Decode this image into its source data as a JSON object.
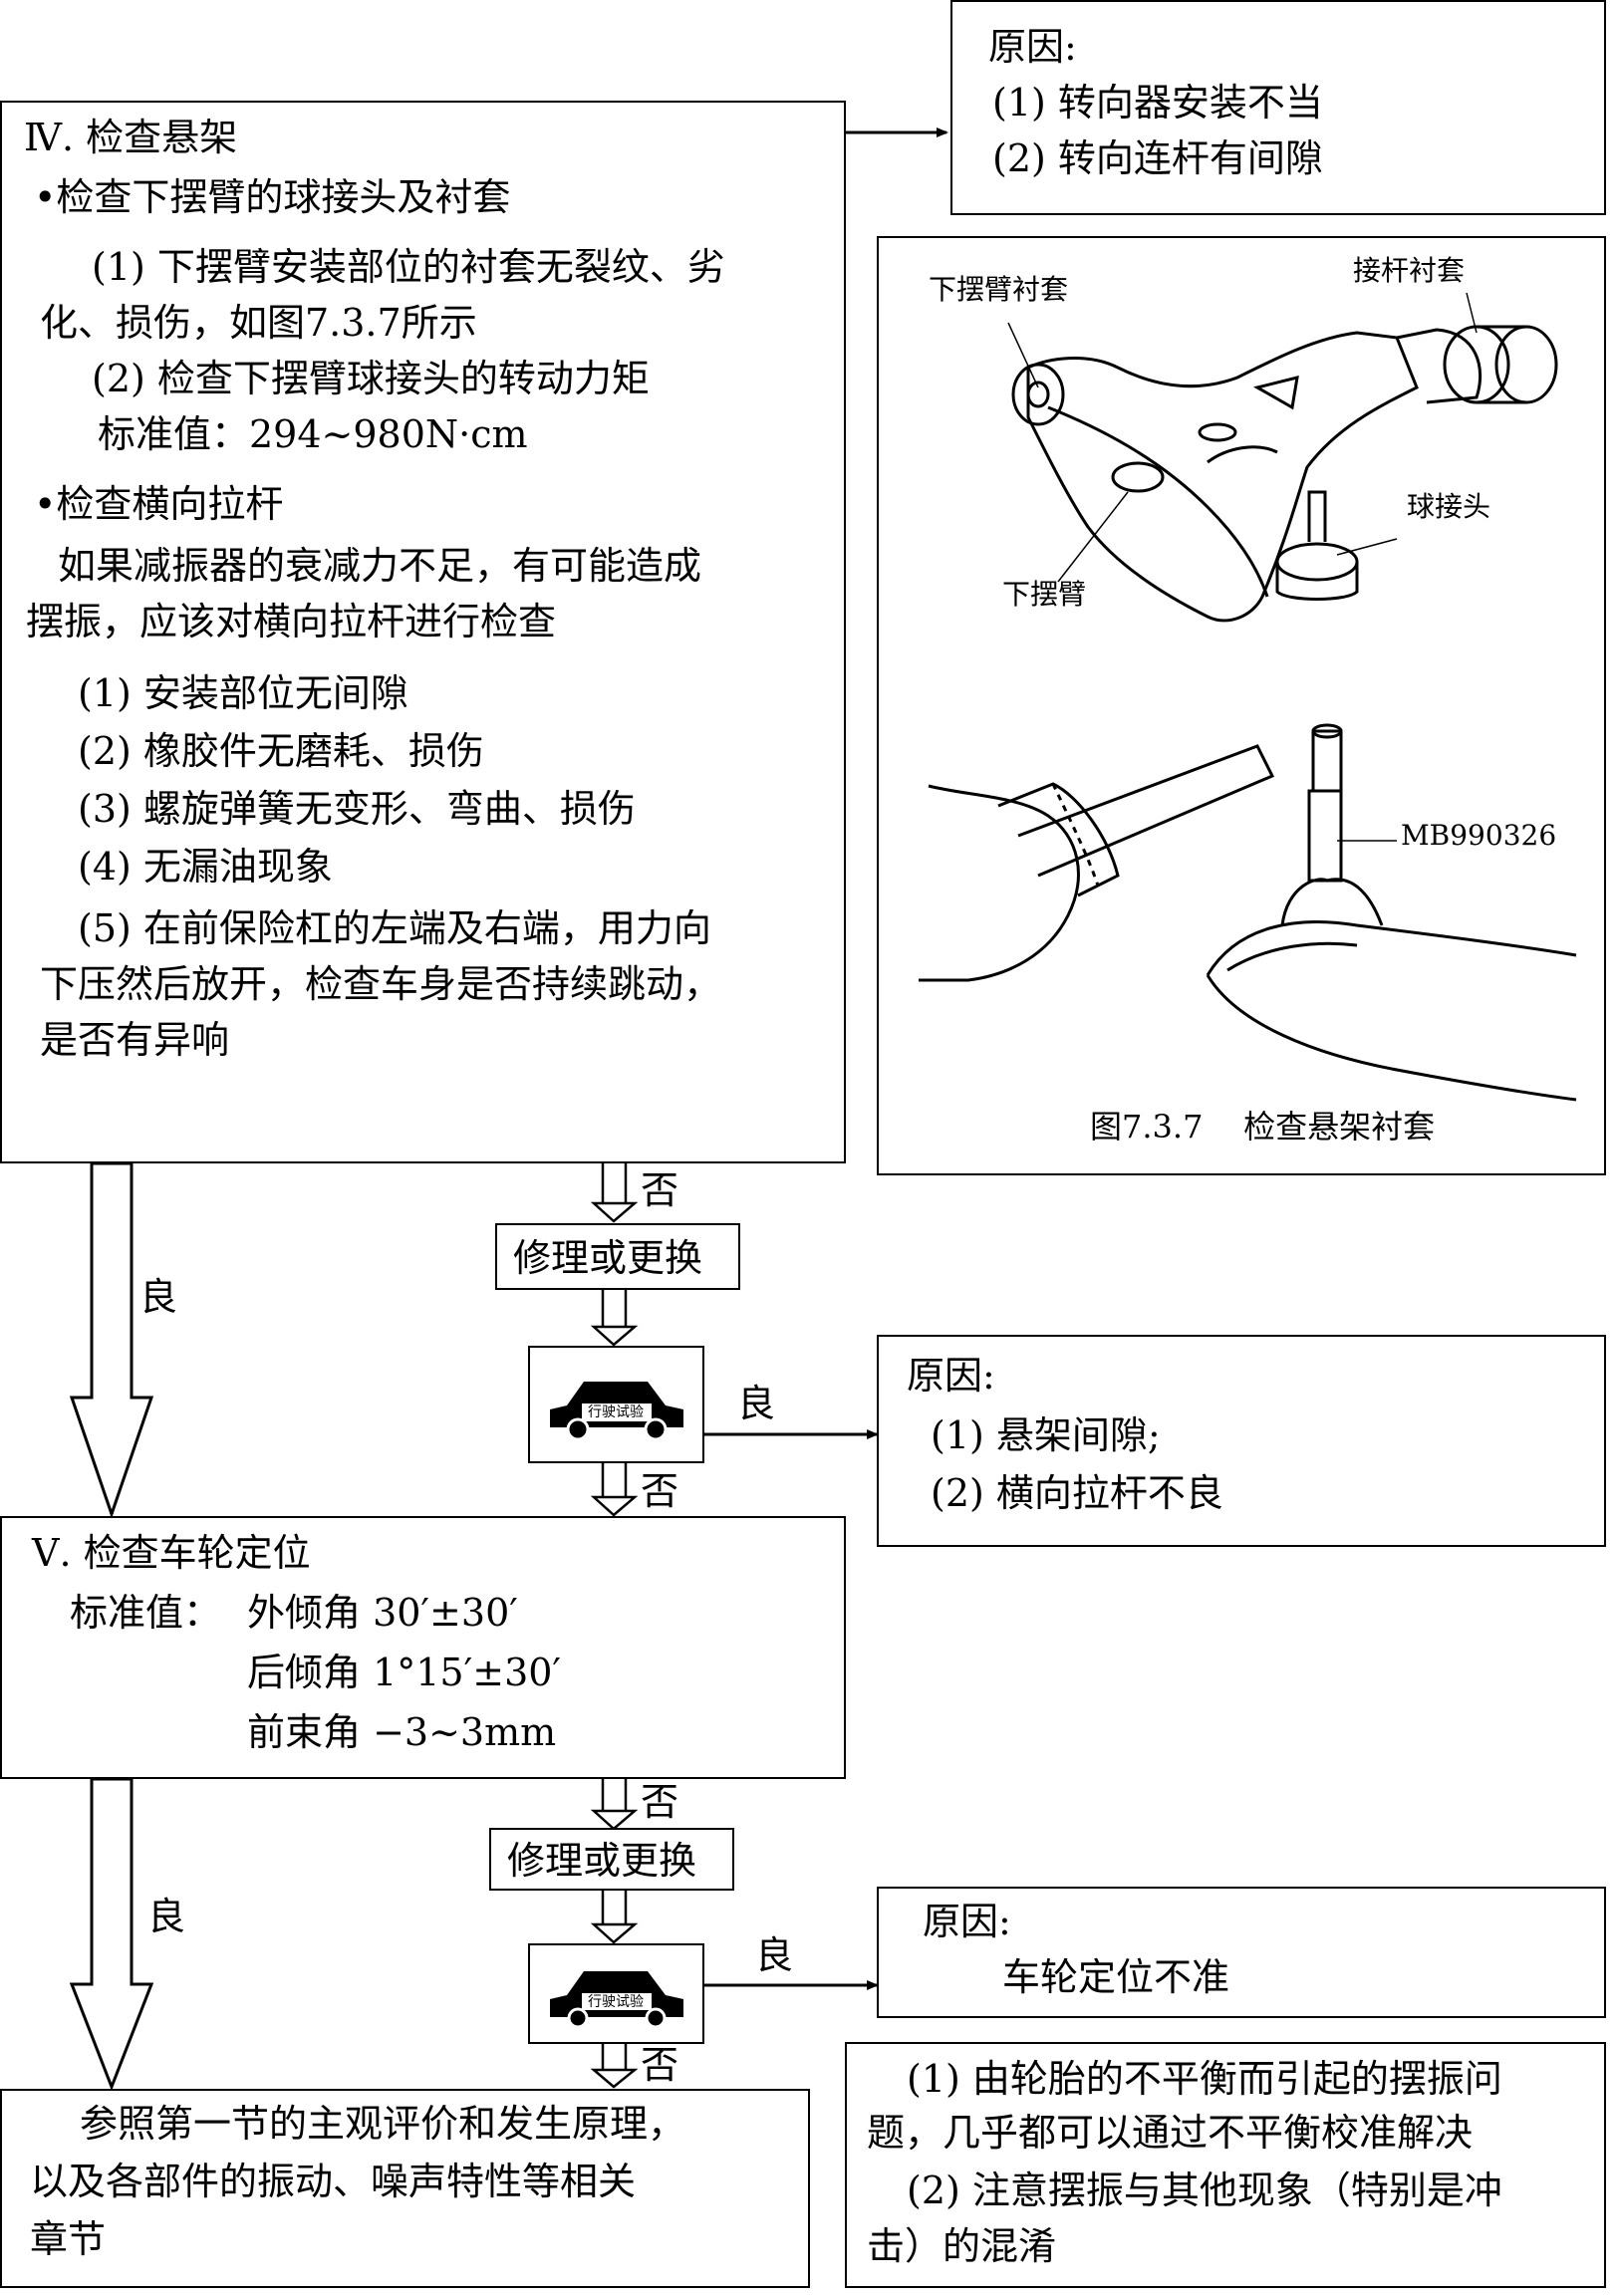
{
  "cause1": {
    "title": "原因:",
    "items": [
      "(1) 转向器安装不当",
      "(2) 转向连杆有间隙"
    ]
  },
  "step4": {
    "title": "Ⅳ. 检查悬架",
    "b1": "•检查下摆臂的球接头及衬套",
    "b1_1a": "(1) 下摆臂安装部位的衬套无裂纹、劣",
    "b1_1b": "化、损伤，如图7.3.7所示",
    "b1_2": "(2) 检查下摆臂球接头的转动力矩",
    "b1_std": "标准值：294~980N·cm",
    "b2": "•检查横向拉杆",
    "b2_p1": "如果减振器的衰减力不足，有可能造成",
    "b2_p2": "摆振，应该对横向拉杆进行检查",
    "items": [
      "(1) 安装部位无间隙",
      "(2) 橡胶件无磨耗、损伤",
      "(3) 螺旋弹簧无变形、弯曲、损伤",
      "(4) 无漏油现象"
    ],
    "i5a": "(5) 在前保险杠的左端及右端，用力向",
    "i5b": "下压然后放开，检查车身是否持续跳动，",
    "i5c": "是否有异响"
  },
  "figure": {
    "label_bushing": "下摆臂衬套",
    "label_rod_bushing": "接杆衬套",
    "label_ball_joint": "球接头",
    "label_arm": "下摆臂",
    "label_tool": "MB990326",
    "caption": "图7.3.7    检查悬架衬套"
  },
  "flow": {
    "good": "良",
    "no": "否",
    "repair": "修理或更换",
    "road_test": "行驶试验"
  },
  "cause2": {
    "title": "原因:",
    "items": [
      "(1) 悬架间隙;",
      "(2) 横向拉杆不良"
    ]
  },
  "step5": {
    "title": "Ⅴ. 检查车轮定位",
    "std_label": "标准值：",
    "camber": "外倾角 30′±30′",
    "caster": "后倾角 1°15′±30′",
    "toe": "前束角 −3~3mm"
  },
  "cause3": {
    "title": "原因:",
    "item": "车轮定位不准"
  },
  "ref": {
    "l1": "参照第一节的主观评价和发生原理，",
    "l2": "以及各部件的振动、噪声特性等相关",
    "l3": "章节"
  },
  "note": {
    "l1": "(1) 由轮胎的不平衡而引起的摆振问",
    "l2": "题，几乎都可以通过不平衡校准解决",
    "l3": "(2) 注意摆振与其他现象（特别是冲",
    "l4": "击）的混淆"
  }
}
